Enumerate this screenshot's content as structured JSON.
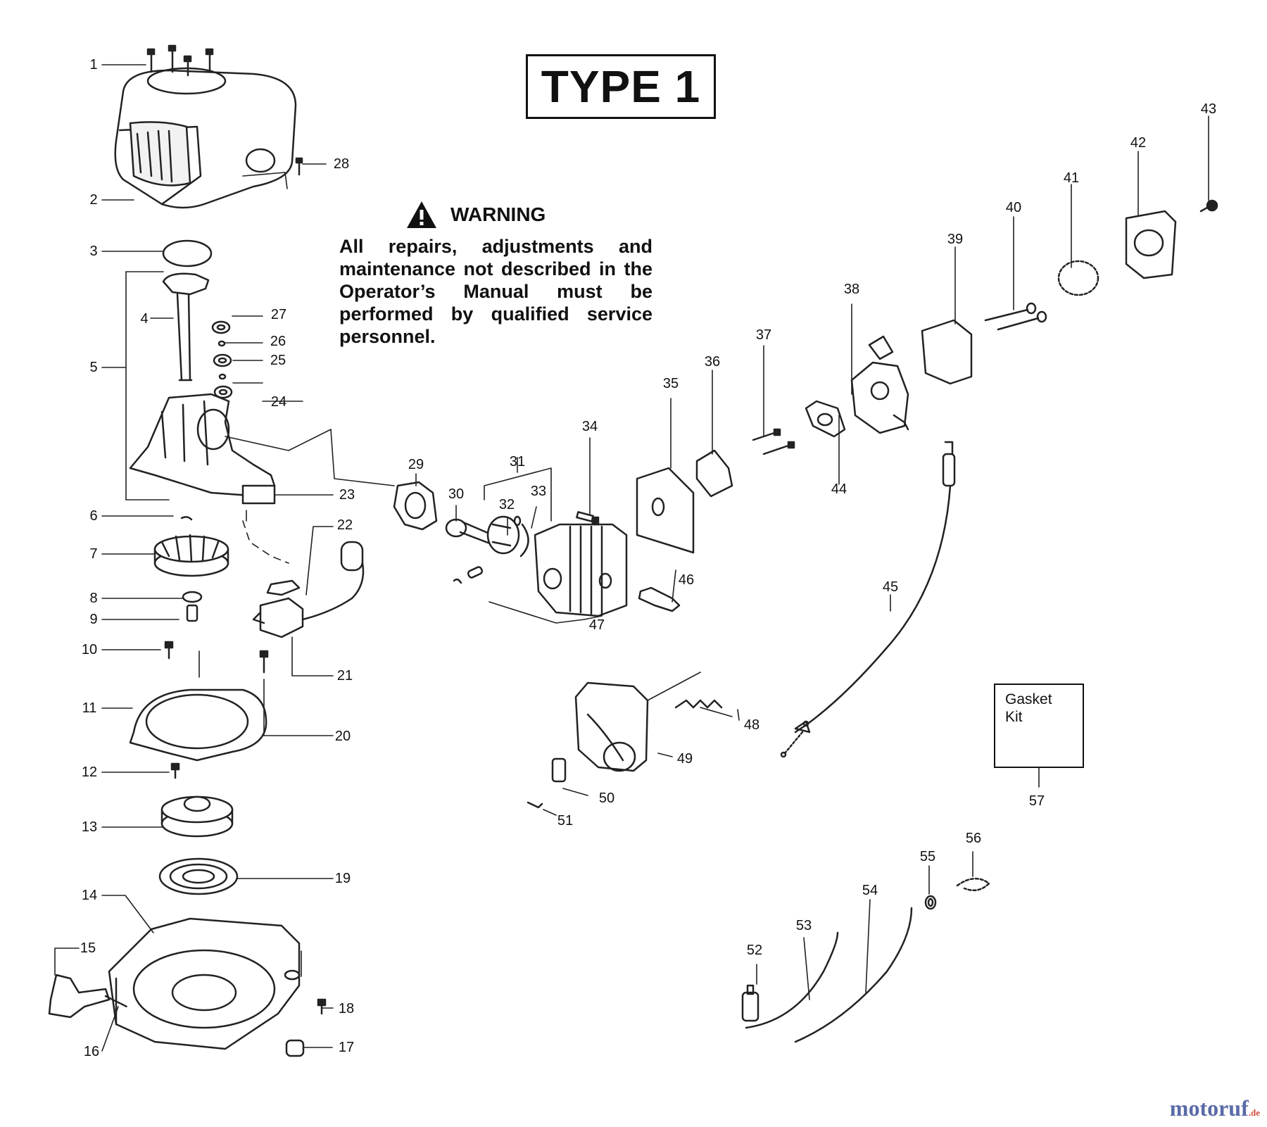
{
  "title": "TYPE 1",
  "warning": {
    "heading": "WARNING",
    "text": "All repairs, adjustments and maintenance not described in the Operator’s Manual must be performed by qualified service personnel."
  },
  "gasket_kit": {
    "label": "Gasket Kit"
  },
  "watermark": {
    "brand": "motoruf",
    "suffix": ".de"
  },
  "callouts": [
    "1",
    "2",
    "3",
    "4",
    "5",
    "6",
    "7",
    "8",
    "9",
    "10",
    "11",
    "12",
    "13",
    "14",
    "15",
    "16",
    "17",
    "18",
    "19",
    "20",
    "21",
    "22",
    "23",
    "24",
    "25",
    "26",
    "27",
    "28",
    "29",
    "30",
    "31",
    "32",
    "33",
    "34",
    "35",
    "36",
    "37",
    "38",
    "39",
    "40",
    "41",
    "42",
    "43",
    "44",
    "45",
    "46",
    "47",
    "48",
    "49",
    "50",
    "51",
    "52",
    "53",
    "54",
    "55",
    "56",
    "57"
  ]
}
